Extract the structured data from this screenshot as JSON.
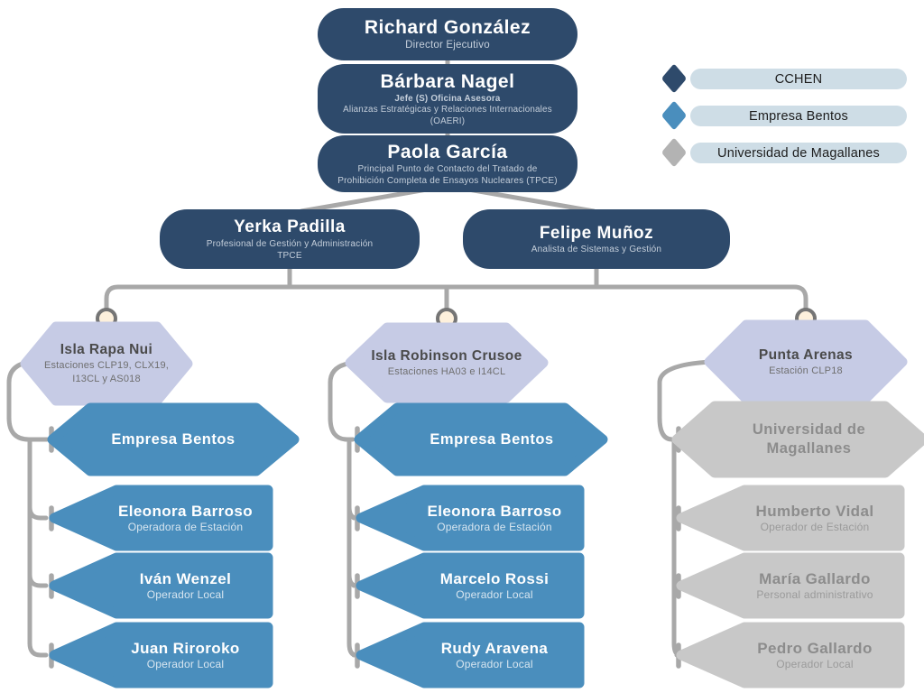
{
  "legend": {
    "items": [
      {
        "label": "CCHEN",
        "color": "#2e4a6b"
      },
      {
        "label": "Empresa Bentos",
        "color": "#4a8ebd"
      },
      {
        "label": "Universidad de Magallanes",
        "color": "#b3b3b3"
      }
    ]
  },
  "leadership": {
    "director": {
      "name": "Richard González",
      "sub": [
        "Director Ejecutivo"
      ]
    },
    "advisor": {
      "name": "Bárbara Nagel",
      "sub": [
        "Jefe (S) Oficina Asesora",
        "Alianzas Estratégicas y Relaciones Internacionales",
        "(OAERI)"
      ]
    },
    "focal_point": {
      "name": "Paola García",
      "sub": [
        "Principal Punto de Contacto del Tratado de",
        "Prohibición Completa de Ensayos Nucleares (TPCE)"
      ]
    },
    "management": {
      "name": "Yerka Padilla",
      "sub": [
        "Profesional de Gestión y Administración",
        "TPCE"
      ]
    },
    "systems": {
      "name": "Felipe Muñoz",
      "sub": [
        "Analista de Sistemas y Gestión"
      ]
    }
  },
  "sites": [
    {
      "site": {
        "name": "Isla Rapa Nui",
        "sub": [
          "Estaciones CLP19, CLX19,",
          "I13CL y AS018"
        ]
      },
      "organization": {
        "name": "Empresa Bentos"
      },
      "people": [
        {
          "name": "Eleonora Barroso",
          "role": "Operadora de Estación"
        },
        {
          "name": "Iván Wenzel",
          "role": "Operador Local"
        },
        {
          "name": "Juan Riroroko",
          "role": "Operador Local"
        }
      ]
    },
    {
      "site": {
        "name": "Isla Robinson Crusoe",
        "sub": [
          "Estaciones HA03 e I14CL"
        ]
      },
      "organization": {
        "name": "Empresa Bentos"
      },
      "people": [
        {
          "name": "Eleonora Barroso",
          "role": "Operadora de Estación"
        },
        {
          "name": "Marcelo Rossi",
          "role": "Operador Local"
        },
        {
          "name": "Rudy Aravena",
          "role": "Operador Local"
        }
      ]
    },
    {
      "site": {
        "name": "Punta Arenas",
        "sub": [
          "Estación CLP18"
        ]
      },
      "organization": {
        "name": "Universidad de Magallanes"
      },
      "people": [
        {
          "name": "Humberto Vidal",
          "role": "Operador de Estación"
        },
        {
          "name": "María Gallardo",
          "role": "Personal administrativo"
        },
        {
          "name": "Pedro Gallardo",
          "role": "Operador Local"
        }
      ]
    }
  ],
  "colors": {
    "navy": "#2e4a6b",
    "blue": "#4a8ebd",
    "lavender": "#c6cbe5",
    "gray": "#c8c8c8",
    "legend_pill": "#cedde6",
    "connector": "#a8a8a8",
    "junction_dot_fill": "#fdf0dc",
    "junction_dot_ring": "#757575"
  }
}
